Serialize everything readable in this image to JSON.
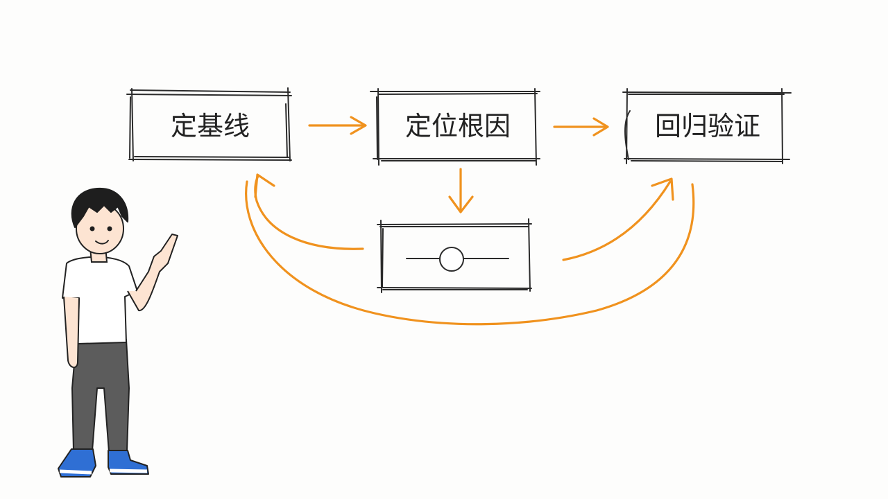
{
  "colors": {
    "background": "#fdfdfc",
    "ink": "#2b2b2b",
    "arrow": "#f0921e",
    "shirt": "#ffffff",
    "pants": "#5c5c5c",
    "shoes": "#2f6fd4",
    "skin": "#fde4d2",
    "hair": "#1e1e1e"
  },
  "steps": [
    {
      "id": "baseline",
      "label": "定基线"
    },
    {
      "id": "root-cause",
      "label": "定位根因"
    },
    {
      "id": "regression",
      "label": "回归验证"
    }
  ],
  "fix_box": {
    "icon": "slider-knob-icon"
  },
  "figure": {
    "icon": "person-pointing-icon"
  }
}
